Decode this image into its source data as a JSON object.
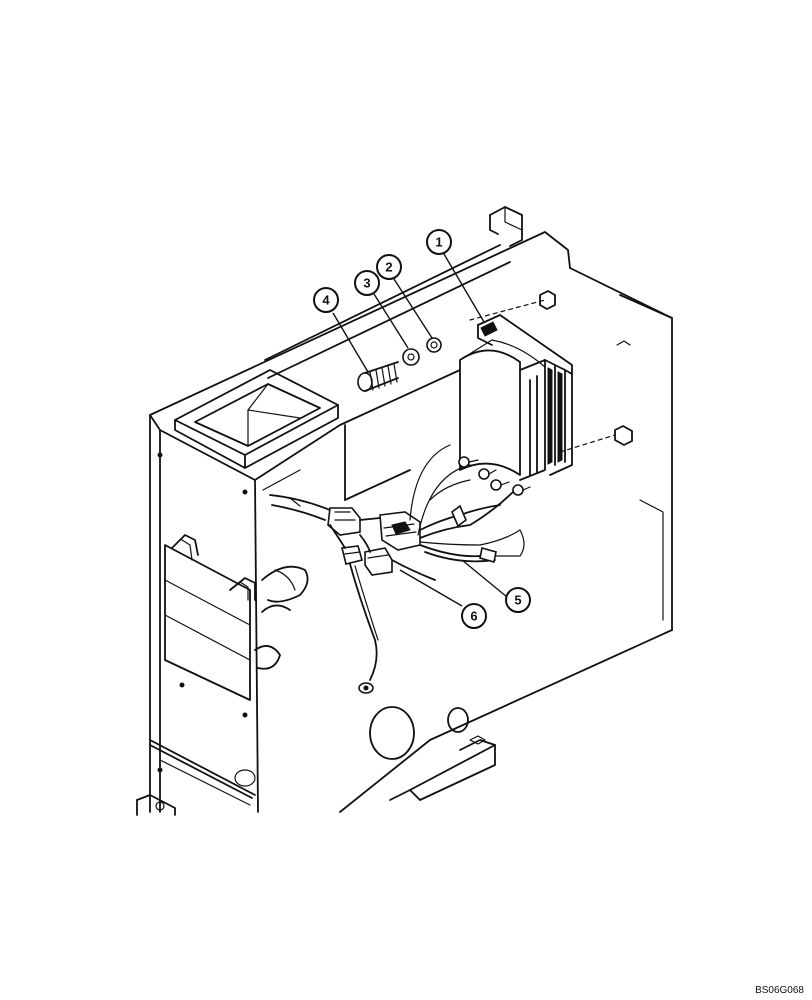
{
  "callouts": [
    {
      "id": "1",
      "label": "1"
    },
    {
      "id": "2",
      "label": "2"
    },
    {
      "id": "3",
      "label": "3"
    },
    {
      "id": "4",
      "label": "4"
    },
    {
      "id": "5",
      "label": "5"
    },
    {
      "id": "6",
      "label": "6"
    }
  ],
  "figure_code": "BS06G068"
}
